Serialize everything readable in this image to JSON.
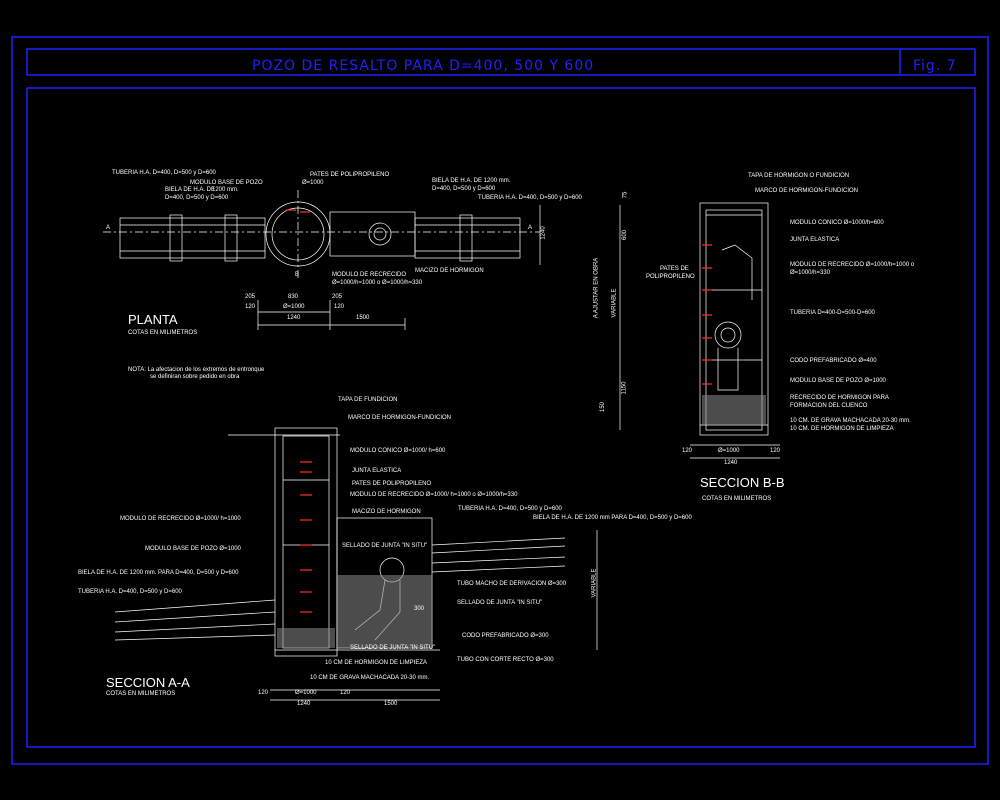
{
  "header": {
    "title": "POZO DE RESALTO PARA D=400, 500 Y 600",
    "fig": "Fig. 7"
  },
  "planta": {
    "title": "PLANTA",
    "subtitle": "COTAS EN MILIMETROS",
    "nota1": "NOTA: La afectacion de los extremos de entronque",
    "nota2": "se definiran sobre pedido en obra",
    "labels": {
      "tuberia": "TUBERIA H.A. D=400, D=500 y D=600",
      "modulo_base": "MODULO BASE DE POZO",
      "modulo_base_d": "Ø=1000",
      "pates": "PATES DE POLIPROPILENO",
      "biela": "BIELA DE H.A. DE",
      "biela2": "1200 mm.",
      "biela3": "D=400, D=500 y D=600",
      "biela_r1": "BIELA DE H.A. DE 1200 mm.",
      "biela_r2": "D=400, D=500 y D=600",
      "tuberia_r": "TUBERIA H.A. D=400, D=500 y D=600",
      "macizo": "MACIZO DE HORMIGON",
      "recrecido1": "MODULO DE RECRECIDO",
      "recrecido2": "Ø=1000/h=1000 o Ø=1000/h=330",
      "a": "A",
      "b": "B",
      "dim1240v": "1240",
      "d205a": "205",
      "d205b": "205",
      "d830": "830",
      "d120a": "120",
      "d120b": "120",
      "dphi": "Ø=1000",
      "d1240": "1240",
      "d1500": "1500"
    }
  },
  "seccion_bb": {
    "title": "SECCION B-B",
    "subtitle": "COTAS EN MILIMETROS",
    "labels": {
      "tapa": "TAPA DE HORMIGON O FUNDICION",
      "marco": "MARCO DE HORMIGON-FUNDICION",
      "conico": "MODULO CONICO Ø=1000/h=600",
      "junta": "JUNTA ELASTICA",
      "recrecido1": "MODULO DE RECRECIDO Ø=1000/h=1000 o",
      "recrecido2": "Ø=1000/h=330",
      "pates1": "PATES DE",
      "pates2": "POLIPROPILENO",
      "tuberia": "TUBERIA D=400-D=500-D=600",
      "codo": "CODO PREFABRICADO Ø=400",
      "base": "MODULO BASE DE POZO Ø=1000",
      "recrecido_h1": "RECRECIDO DE HORMIGON PARA",
      "recrecido_h2": "FORMACION DEL CUENCO",
      "grava": "10 CM. DE GRAVA MACHACADA 20-30 mm.",
      "hormigon": "10 CM. DE HORMIGON DE LIMPIEZA",
      "a_ajustar": "A AJUSTAR EN OBRA",
      "variable": "VARIABLE",
      "d75": "75",
      "d600": "600",
      "d1150": "1150",
      "d150": "150",
      "b120a": "120",
      "bphi": "Ø=1000",
      "b120b": "120",
      "b1240": "1240"
    }
  },
  "seccion_aa": {
    "title": "SECCION A-A",
    "subtitle": "COTAS EN MILIMETROS",
    "labels": {
      "tapa": "TAPA DE FUNDICION",
      "marco": "MARCO DE HORMIGON-FUNDICION",
      "conico": "MODULO CONICO Ø=1000/ h=600",
      "junta": "JUNTA ELASTICA",
      "pates": "PATES DE POLIPROPILENO",
      "recrecido_r": "MODULO DE RECRECIDO Ø=1000/ h=1000 o Ø=1000/h=330",
      "macizo": "MACIZO DE HORMIGON",
      "recrecido_l": "MODULO DE RECRECIDO Ø=1000/ h=1000",
      "tuberia_r": "TUBERIA H.A. D=400, D=500 y D=600",
      "biela_r": "BIELA DE H.A. DE 1200 mm PARA D=400, D=500 y D=600",
      "sellado1": "SELLADO DE JUNTA \"IN SITU\"",
      "base": "MODULO BASE DE POZO Ø=1000",
      "biela_l": "BIELA DE H.A. DE 1200 mm. PARA D=400, D=500 y D=600",
      "tuberia_l": "TUBERIA H.A. D=400, D=500 y D=600",
      "macho": "TUBO MACHO DE DERIVACION Ø=300",
      "sellado2": "SELLADO DE JUNTA \"IN SITU\"",
      "codo": "CODO PREFABRICADO Ø=300",
      "sellado3": "SELLADO DE JUNTA \"IN SITU\"",
      "tubo_corte": "TUBO CON CORTE RECTO Ø=300",
      "hormigon": "10 CM DE HORMIGON DE LIMPIEZA",
      "grava": "10 CM DE GRAVA MACHACADA 20-30 mm.",
      "variable": "VARIABLE",
      "d300": "300",
      "a120a": "120",
      "aphi": "Ø=1000",
      "a120b": "120",
      "a1240": "1240",
      "a1500": "1500"
    }
  },
  "colors": {
    "frame": "#2020ff",
    "lines": "#ffffff",
    "red": "#ff3030",
    "fill": "#8a8a8a"
  }
}
